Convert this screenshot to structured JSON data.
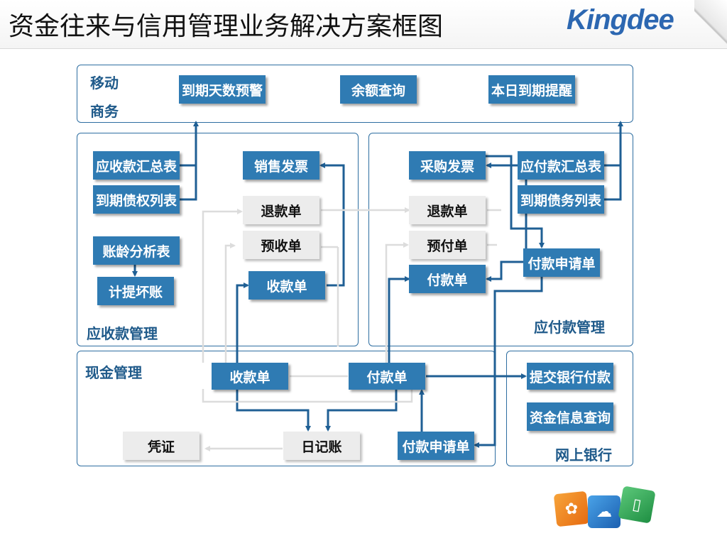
{
  "header": {
    "title": "资金往来与信用管理业务解决方案框图",
    "logo": "Kingdee"
  },
  "panels": {
    "mobile": "移动\n商务",
    "ar": "应收款管理",
    "ap": "应付款管理",
    "cash": "现金管理",
    "bank": "网上银行"
  },
  "boxes": {
    "due_days_alert": "到期天数预警",
    "balance_query": "余额查询",
    "today_due_reminder": "本日到期提醒",
    "ar_summary": "应收款汇总表",
    "due_claims_list": "到期债权列表",
    "aging_analysis": "账龄分析表",
    "bad_debt_provision": "计提坏账",
    "sales_invoice": "销售发票",
    "ar_refund": "退款单",
    "advance_receipt": "预收单",
    "ar_receipt": "收款单",
    "purchase_invoice": "采购发票",
    "ap_refund": "退款单",
    "advance_payment": "预付单",
    "ap_payment": "付款单",
    "ap_summary": "应付款汇总表",
    "due_debts_list": "到期债务列表",
    "ap_payment_request": "付款申请单",
    "cash_receipt": "收款单",
    "cash_payment": "付款单",
    "journal": "日记账",
    "voucher": "凭证",
    "cash_payment_request": "付款申请单",
    "submit_bank_payment": "提交银行付款",
    "fund_info_query": "资金信息查询"
  },
  "colors": {
    "box_blue": "#2f7bb3",
    "box_gray": "#ececec",
    "panel_border": "#2e6ea1",
    "label": "#1f5a8a"
  }
}
